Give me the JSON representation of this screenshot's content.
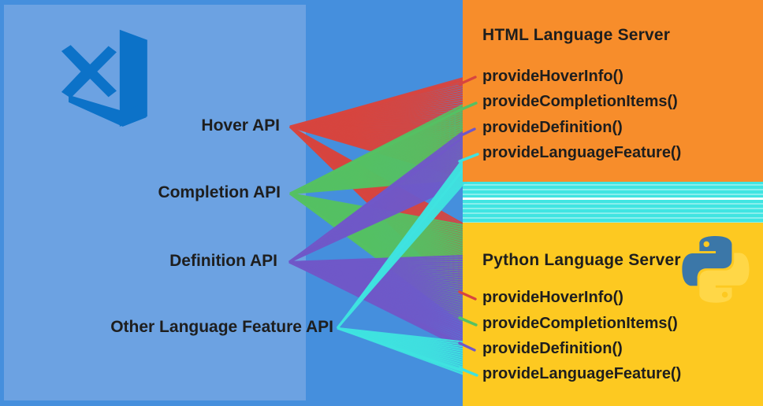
{
  "diagram": {
    "editor": {
      "logo": "vscode-icon",
      "apis": [
        {
          "label": "Hover API",
          "color": "#D7453F"
        },
        {
          "label": "Completion API",
          "color": "#55C163"
        },
        {
          "label": "Definition API",
          "color": "#7058C8"
        },
        {
          "label": "Other Language Feature API",
          "color": "#3FE3E0"
        }
      ]
    },
    "servers": [
      {
        "title": "HTML Language Server",
        "bg_color": "#F78D2B",
        "methods": [
          "provideHoverInfo()",
          "provideCompletionItems()",
          "provideDefinition()",
          "provideLanguageFeature()"
        ]
      },
      {
        "title": "Python Language Server",
        "logo": "python-icon",
        "bg_color": "#FDC921",
        "methods": [
          "provideHoverInfo()",
          "provideCompletionItems()",
          "provideDefinition()",
          "provideLanguageFeature()"
        ]
      }
    ],
    "colors": {
      "background": "#458FDD",
      "editor_panel": "#6CA2E2",
      "vscode_logo_blue": "#0C72C8",
      "python_logo_blue": "#3B77A8",
      "python_logo_yellow": "#FFD747",
      "text": "#1E1E1E"
    }
  }
}
